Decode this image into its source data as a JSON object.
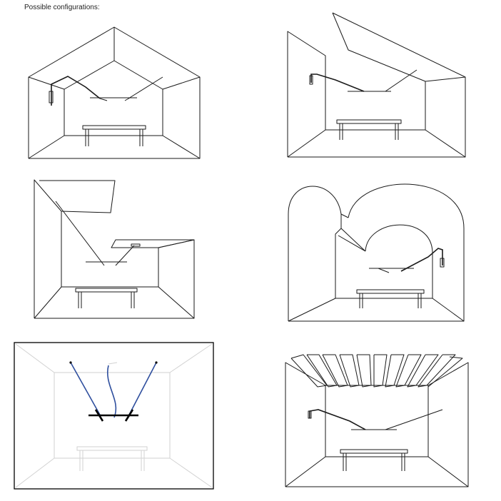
{
  "title": "Possible configurations:",
  "colors": {
    "line": "#1a1a1a",
    "faint": "#d2d2d2",
    "cable_blue": "#2f4f9e",
    "frame": "#000000"
  },
  "configurations": [
    {
      "id": 1,
      "ceiling": "gable"
    },
    {
      "id": 2,
      "ceiling": "sloped"
    },
    {
      "id": 3,
      "ceiling": "suspended-panels"
    },
    {
      "id": 4,
      "ceiling": "vaulted"
    },
    {
      "id": 5,
      "ceiling": "highlighted-detail"
    },
    {
      "id": 6,
      "ceiling": "baffles"
    }
  ]
}
